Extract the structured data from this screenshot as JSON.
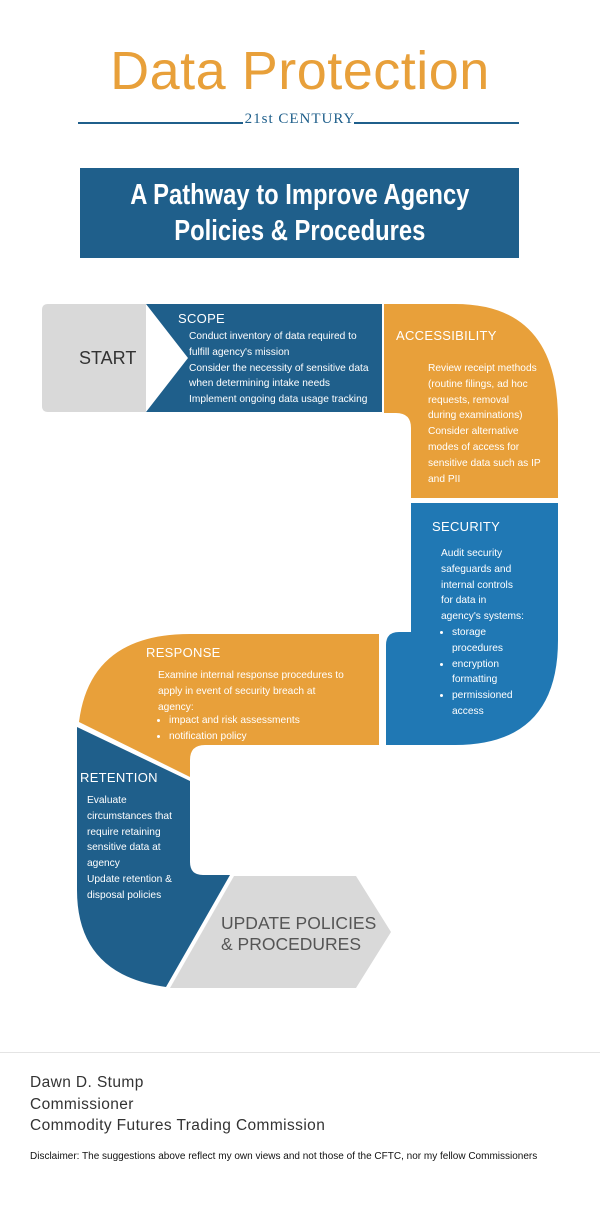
{
  "header": {
    "title": "Data Protection",
    "subtitle": "21st CENTURY",
    "banner_line1": "A Pathway to Improve Agency",
    "banner_line2": "Policies & Procedures"
  },
  "flow": {
    "start": "START",
    "scope": {
      "title": "SCOPE",
      "lines": [
        "Conduct inventory of data required to",
        "fulfill agency's mission",
        "Consider the necessity of sensitive data",
        "when determining intake needs",
        "Implement ongoing data usage tracking"
      ]
    },
    "accessibility": {
      "title": "ACCESSIBILITY",
      "lines": [
        "Review receipt methods",
        "(routine filings, ad hoc",
        "requests, removal",
        "during examinations)",
        "Consider alternative",
        "modes of access for",
        "sensitive data such as IP",
        "and PII"
      ]
    },
    "security": {
      "title": "SECURITY",
      "lines": [
        "Audit security",
        "safeguards and",
        "internal controls",
        "for data in",
        "agency's systems:"
      ],
      "bullets": [
        [
          "storage",
          "procedures"
        ],
        [
          "encryption",
          "formatting"
        ],
        [
          "permissioned",
          "access"
        ]
      ]
    },
    "response": {
      "title": "RESPONSE",
      "lines": [
        "Examine internal response procedures to",
        "apply in event of security breach at",
        "agency:"
      ],
      "bullets": [
        "impact and risk assessments",
        "notification policy"
      ]
    },
    "retention": {
      "title": "RETENTION",
      "lines": [
        "Evaluate",
        "circumstances that",
        "require retaining",
        "sensitive data at",
        "agency",
        "Update retention &",
        "disposal policies"
      ]
    },
    "end_line1": "UPDATE POLICIES",
    "end_line2": "& PROCEDURES"
  },
  "footer": {
    "name": "Dawn D. Stump",
    "role": "Commissioner",
    "org": "Commodity Futures Trading Commission",
    "disclaimer": "Disclaimer: The suggestions above reflect my own views and not those of the CFTC, nor my fellow Commissioners"
  },
  "colors": {
    "orange": "#E8A03A",
    "blue": "#1F5F8B",
    "mid_blue": "#2078B4",
    "gray": "#D9D9D9"
  }
}
